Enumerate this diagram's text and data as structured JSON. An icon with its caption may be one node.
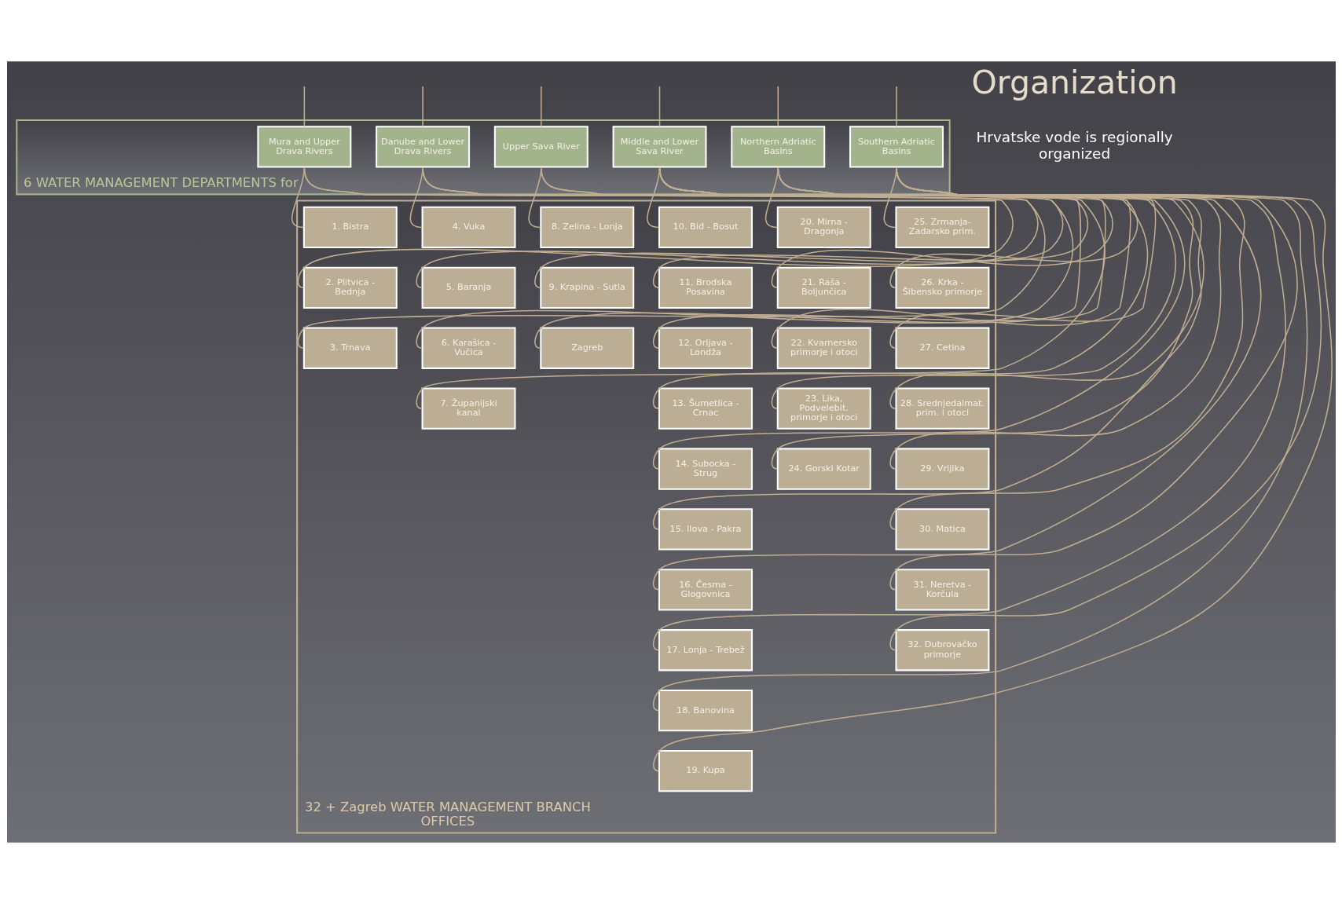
{
  "diagram": {
    "nodes": [
      {
        "text": [
          "6 WATER MANAGEMENT DEPARTMENTS for"
        ]
      },
      {
        "text": [
          "Mura and Upper Drava Rivers"
        ],
        "in": 0
      },
      {
        "text": [
          "Danube and Lower Drava Rivers"
        ],
        "in": 0
      },
      {
        "text": [
          "Upper Sava River"
        ],
        "in": 0
      },
      {
        "text": [
          "Middle and Lower Sava River"
        ],
        "in": 0
      },
      {
        "text": [
          "Northern Adriatic Basins"
        ],
        "in": 0
      },
      {
        "text": [
          "Southern Adriatic Basins"
        ],
        "in": 0
      },
      {
        "text": [
          "32 + Zagreb WATER MANAGEMENT BRANCH OFFICES"
        ]
      },
      {
        "text": [
          "1. Bistra"
        ],
        "in": 7
      },
      {
        "text": [
          "2. Plitvica - Bednja"
        ],
        "in": 7
      },
      {
        "text": [
          "3. Trnava"
        ],
        "in": 7
      },
      {
        "text": [
          "4. Vuka"
        ],
        "in": 7
      },
      {
        "text": [
          "5. Baranja"
        ],
        "in": 7
      },
      {
        "text": [
          "6. Karašica - Vučica"
        ],
        "in": 7
      },
      {
        "text": [
          "7. Županijski kanal"
        ],
        "in": 7
      },
      {
        "text": [
          "8. Zelina - Lonja"
        ],
        "in": 7
      },
      {
        "text": [
          "9. Krapina - Sutla"
        ],
        "in": 7
      },
      {
        "text": [
          "Zagreb"
        ],
        "in": 7
      },
      {
        "text": [
          "10. Biđ - Bosut"
        ],
        "in": 7
      },
      {
        "text": [
          "11. Brodska Posavina"
        ],
        "in": 7
      },
      {
        "text": [
          "12. Orljava - Londža"
        ],
        "in": 7
      },
      {
        "text": [
          "13. Šumetlica - Crnac"
        ],
        "in": 7
      },
      {
        "text": [
          "14. Subocka - Strug"
        ],
        "in": 7
      },
      {
        "text": [
          "15. Ilova - Pakra"
        ],
        "in": 7
      },
      {
        "text": [
          "16. Česma - Glogovnica"
        ],
        "in": 7
      },
      {
        "text": [
          "17. Lonja - Trebež"
        ],
        "in": 7
      },
      {
        "text": [
          "18. Banovina"
        ],
        "in": 7
      },
      {
        "text": [
          "19. Kupa"
        ],
        "in": 7
      },
      {
        "text": [
          "20. Mirna - Dragonja"
        ],
        "in": 7
      },
      {
        "text": [
          "21. Raša - Boljunčica"
        ],
        "in": 7
      },
      {
        "text": [
          "22. Kvarnersko primorje i otoci"
        ],
        "in": 7
      },
      {
        "text": [
          "23. Lika, Podvelebit. primorje i otoci"
        ],
        "in": 7
      },
      {
        "text": [
          "24. Gorski Kotar"
        ],
        "in": 7
      },
      {
        "text": [
          "25. Zrmanja-Zadarsko prim."
        ],
        "in": 7
      },
      {
        "text": [
          "26. Krka - Šibensko primorje"
        ],
        "in": 7
      },
      {
        "text": [
          "27. Cetina"
        ],
        "in": 7
      },
      {
        "text": [
          "28. Srednjedalmat. prim. i otoci"
        ],
        "in": 7
      },
      {
        "text": [
          "29. Vrljika"
        ],
        "in": 7
      },
      {
        "text": [
          "30. Matica"
        ],
        "in": 7
      },
      {
        "text": [
          "31. Neretva - Korčula"
        ],
        "in": 7
      },
      {
        "text": [
          "32. Dubrovačko primorje"
        ],
        "in": 7
      }
    ],
    "edges": [
      {
        "from": null,
        "to": 1,
        "arrow": "none"
      },
      {
        "from": null,
        "to": 2,
        "arrow": "none"
      },
      {
        "from": null,
        "to": 3,
        "arrow": "none"
      },
      {
        "from": null,
        "to": 4,
        "arrow": "none"
      },
      {
        "from": null,
        "to": 5,
        "arrow": "none"
      },
      {
        "from": null,
        "to": 6,
        "arrow": "none"
      },
      {
        "from": 1,
        "to": 8,
        "arrow": "none"
      },
      {
        "from": 1,
        "to": 9,
        "arrow": "none"
      },
      {
        "from": 1,
        "to": 10,
        "arrow": "none"
      },
      {
        "from": 2,
        "to": 11,
        "arrow": "none"
      },
      {
        "from": 2,
        "to": 12,
        "arrow": "none"
      },
      {
        "from": 2,
        "to": 13,
        "arrow": "none"
      },
      {
        "from": 2,
        "to": 14,
        "arrow": "none"
      },
      {
        "from": 3,
        "to": 15,
        "arrow": "none"
      },
      {
        "from": 3,
        "to": 16,
        "arrow": "none"
      },
      {
        "from": 3,
        "to": 17,
        "arrow": "none"
      },
      {
        "from": 4,
        "to": 18,
        "arrow": "none"
      },
      {
        "from": 4,
        "to": 19,
        "arrow": "none"
      },
      {
        "from": 4,
        "to": 20,
        "arrow": "none"
      },
      {
        "from": 4,
        "to": 21,
        "arrow": "none"
      },
      {
        "from": 4,
        "to": 22,
        "arrow": "none"
      },
      {
        "from": 4,
        "to": 23,
        "arrow": "none"
      },
      {
        "from": 4,
        "to": 24,
        "arrow": "none"
      },
      {
        "from": 4,
        "to": 25,
        "arrow": "none"
      },
      {
        "from": 4,
        "to": 26,
        "arrow": "none"
      },
      {
        "from": 4,
        "to": 27,
        "arrow": "none"
      },
      {
        "from": 5,
        "to": 28,
        "arrow": "none"
      },
      {
        "from": 5,
        "to": 29,
        "arrow": "none"
      },
      {
        "from": 5,
        "to": 30,
        "arrow": "none"
      },
      {
        "from": 5,
        "to": 31,
        "arrow": "none"
      },
      {
        "from": 5,
        "to": 32,
        "arrow": "none"
      },
      {
        "from": 6,
        "to": 33,
        "arrow": "none"
      },
      {
        "from": 6,
        "to": 34,
        "arrow": "none"
      },
      {
        "from": 6,
        "to": 35,
        "arrow": "none"
      },
      {
        "from": 6,
        "to": 36,
        "arrow": "none"
      },
      {
        "from": 6,
        "to": 37,
        "arrow": "none"
      },
      {
        "from": 6,
        "to": 38,
        "arrow": "none"
      },
      {
        "from": 6,
        "to": 39,
        "arrow": "none"
      },
      {
        "from": 6,
        "to": 40,
        "arrow": "none"
      }
    ],
    "labels": [
      "Organization",
      "Hrvatske vode is regionally organized"
    ]
  }
}
